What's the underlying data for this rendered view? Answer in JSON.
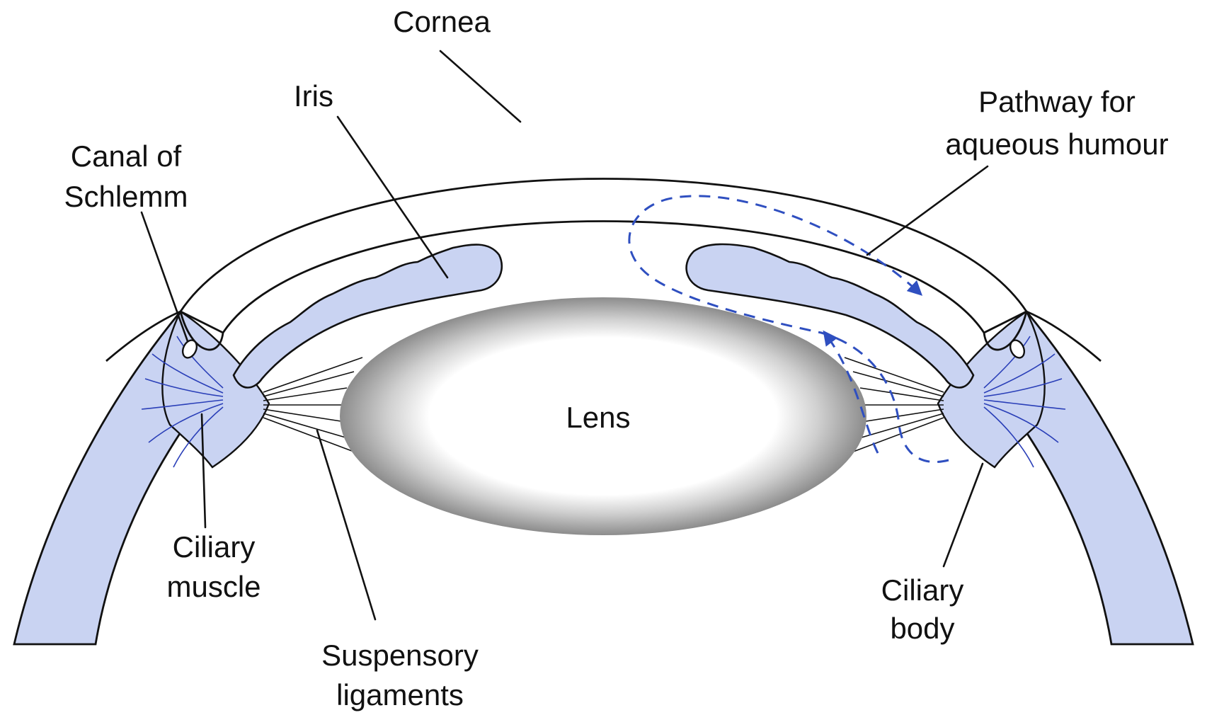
{
  "labels": {
    "cornea": "Cornea",
    "iris": "Iris",
    "canal_line1": "Canal of",
    "canal_line2": "Schlemm",
    "pathway_line1": "Pathway for",
    "pathway_line2": "aqueous humour",
    "lens": "Lens",
    "ciliary_muscle_line1": "Ciliary",
    "ciliary_muscle_line2": "muscle",
    "suspensory_line1": "Suspensory",
    "suspensory_line2": "ligaments",
    "ciliary_body_line1": "Ciliary",
    "ciliary_body_line2": "body"
  },
  "colors": {
    "tissue": "#c9d3f2",
    "flow_arrow": "#2f4fc0",
    "lens_rim": "#8c8c8c"
  }
}
